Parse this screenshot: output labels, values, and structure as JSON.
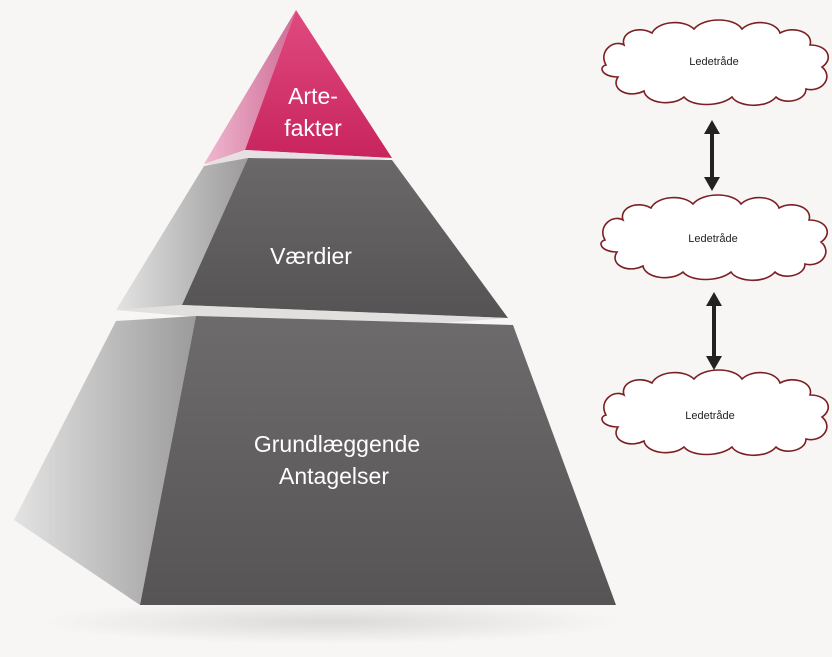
{
  "pyramid": {
    "top_label_lines": [
      "Arte-",
      "fakter"
    ],
    "middle_label": "Værdier",
    "bottom_label_lines": [
      "Grundlæggende",
      "Antagelser"
    ]
  },
  "clues": [
    {
      "label": "Ledetråde"
    },
    {
      "label": "Ledetråde"
    },
    {
      "label": "Ledetråde"
    }
  ],
  "colors": {
    "top_tier": "#d9356f",
    "middle_tier": "#5c5a5b",
    "bottom_tier": "#615f60",
    "cloud_outline": "#7b1f23",
    "arrow": "#222222"
  }
}
